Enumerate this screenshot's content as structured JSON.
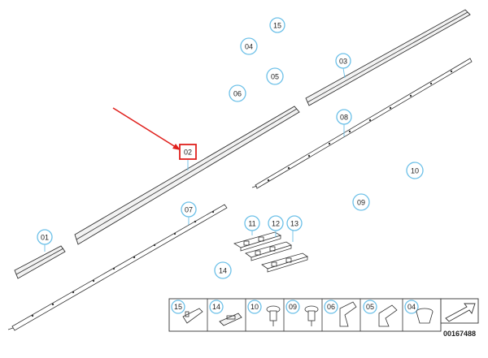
{
  "callouts": {
    "c01": "01",
    "c02": "02",
    "c03": "03",
    "c04": "04",
    "c05": "05",
    "c06": "06",
    "c07": "07",
    "c08": "08",
    "c09": "09",
    "c10": "10",
    "c11": "11",
    "c12": "12",
    "c13": "13",
    "c14": "14",
    "c15": "15"
  },
  "legend": {
    "l15": "15",
    "l14": "14",
    "l10": "10",
    "l09": "09",
    "l06": "06",
    "l05": "05",
    "l04": "04"
  },
  "drawing_id": "00167488",
  "colors": {
    "highlight": "#e0211d",
    "bubble": "#6cc0e8",
    "line": "#333333"
  }
}
